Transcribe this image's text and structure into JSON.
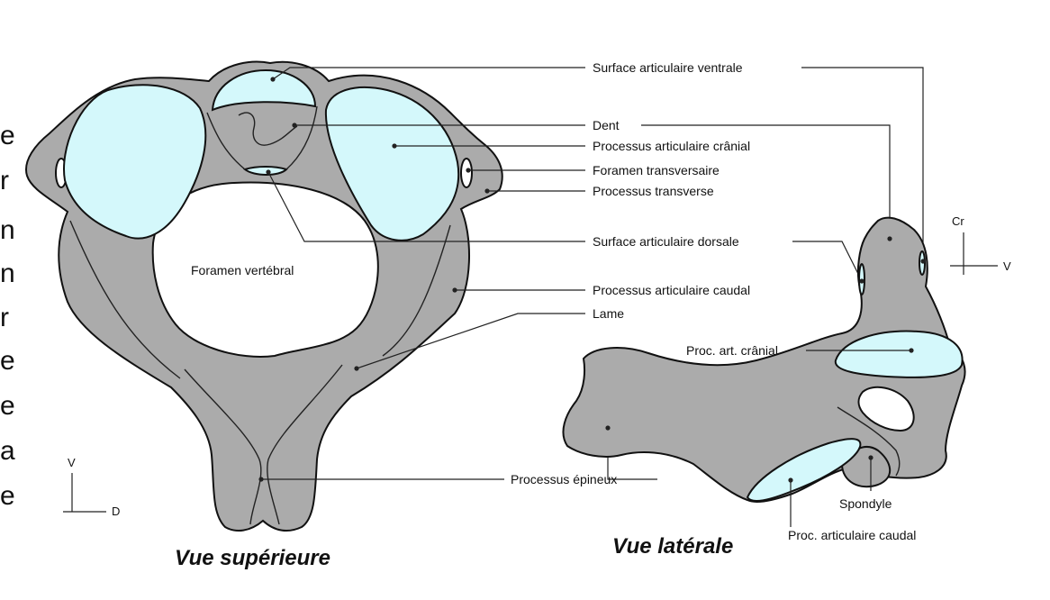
{
  "colors": {
    "bone": "#ababab",
    "articular_surface": "#d4f8fb",
    "outline": "#111111"
  },
  "cropped_side_text": [
    "e",
    "r",
    "n",
    "n",
    "r",
    "e",
    "e",
    "a",
    "e"
  ],
  "superior": {
    "title": "Vue supérieure",
    "inner_label": "Foramen vertébral",
    "axes": {
      "vertical": "V",
      "horizontal": "D"
    }
  },
  "lateral": {
    "title": "Vue latérale",
    "axes": {
      "vertical": "Cr",
      "horizontal": "V"
    },
    "labels": {
      "proc_art_cranial": "Proc. art. crânial",
      "spondyle": "Spondyle",
      "proc_art_caudal": "Proc. articulaire caudal"
    }
  },
  "labels": {
    "surface_articulaire_ventrale": "Surface articulaire ventrale",
    "dent": "Dent",
    "processus_articulaire_cranial": "Processus articulaire crânial",
    "foramen_transversaire": "Foramen transversaire",
    "processus_transverse": "Processus transverse",
    "surface_articulaire_dorsale": "Surface articulaire dorsale",
    "processus_articulaire_caudal": "Processus articulaire caudal",
    "lame": "Lame",
    "processus_epineux": "Processus épineux"
  }
}
